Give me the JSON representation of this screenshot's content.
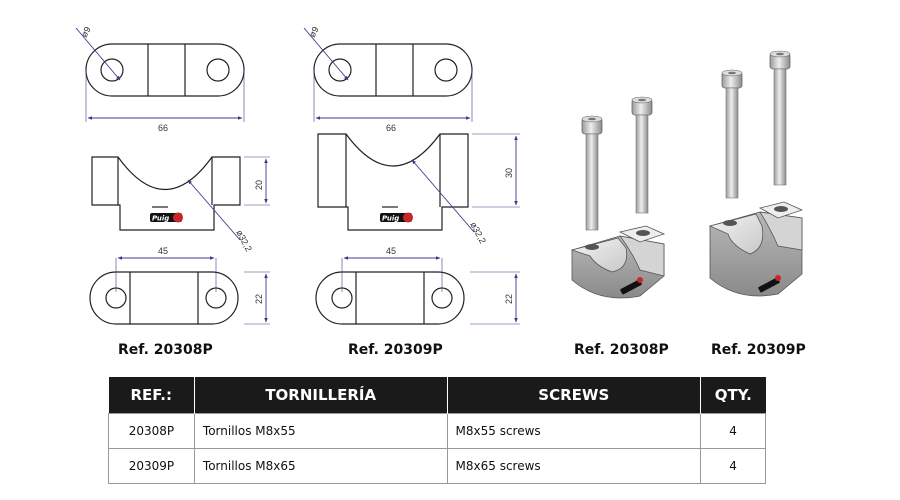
{
  "drawings": {
    "left": {
      "hole_dia": "ø9",
      "width": "66",
      "height": "20",
      "radius": "ø32,2",
      "hole_spacing": "45",
      "depth": "22"
    },
    "right": {
      "hole_dia": "ø9",
      "width": "66",
      "height": "30",
      "radius": "ø32,2",
      "hole_spacing": "45",
      "depth": "22"
    },
    "logo_text": "Puig"
  },
  "labels": {
    "ref1": "Ref. 20308P",
    "ref2": "Ref. 20309P",
    "ref3": "Ref. 20308P",
    "ref4": "Ref. 20309P"
  },
  "table": {
    "headers": [
      "REF.:",
      "TORNILLERÍA",
      "SCREWS",
      "QTY."
    ],
    "rows": [
      {
        "ref": "20308P",
        "tornilleria": "Tornillos M8x55",
        "screws": "M8x55 screws",
        "qty": "4"
      },
      {
        "ref": "20309P",
        "tornilleria": "Tornillos M8x65",
        "screws": "M8x65 screws",
        "qty": "4"
      }
    ]
  }
}
